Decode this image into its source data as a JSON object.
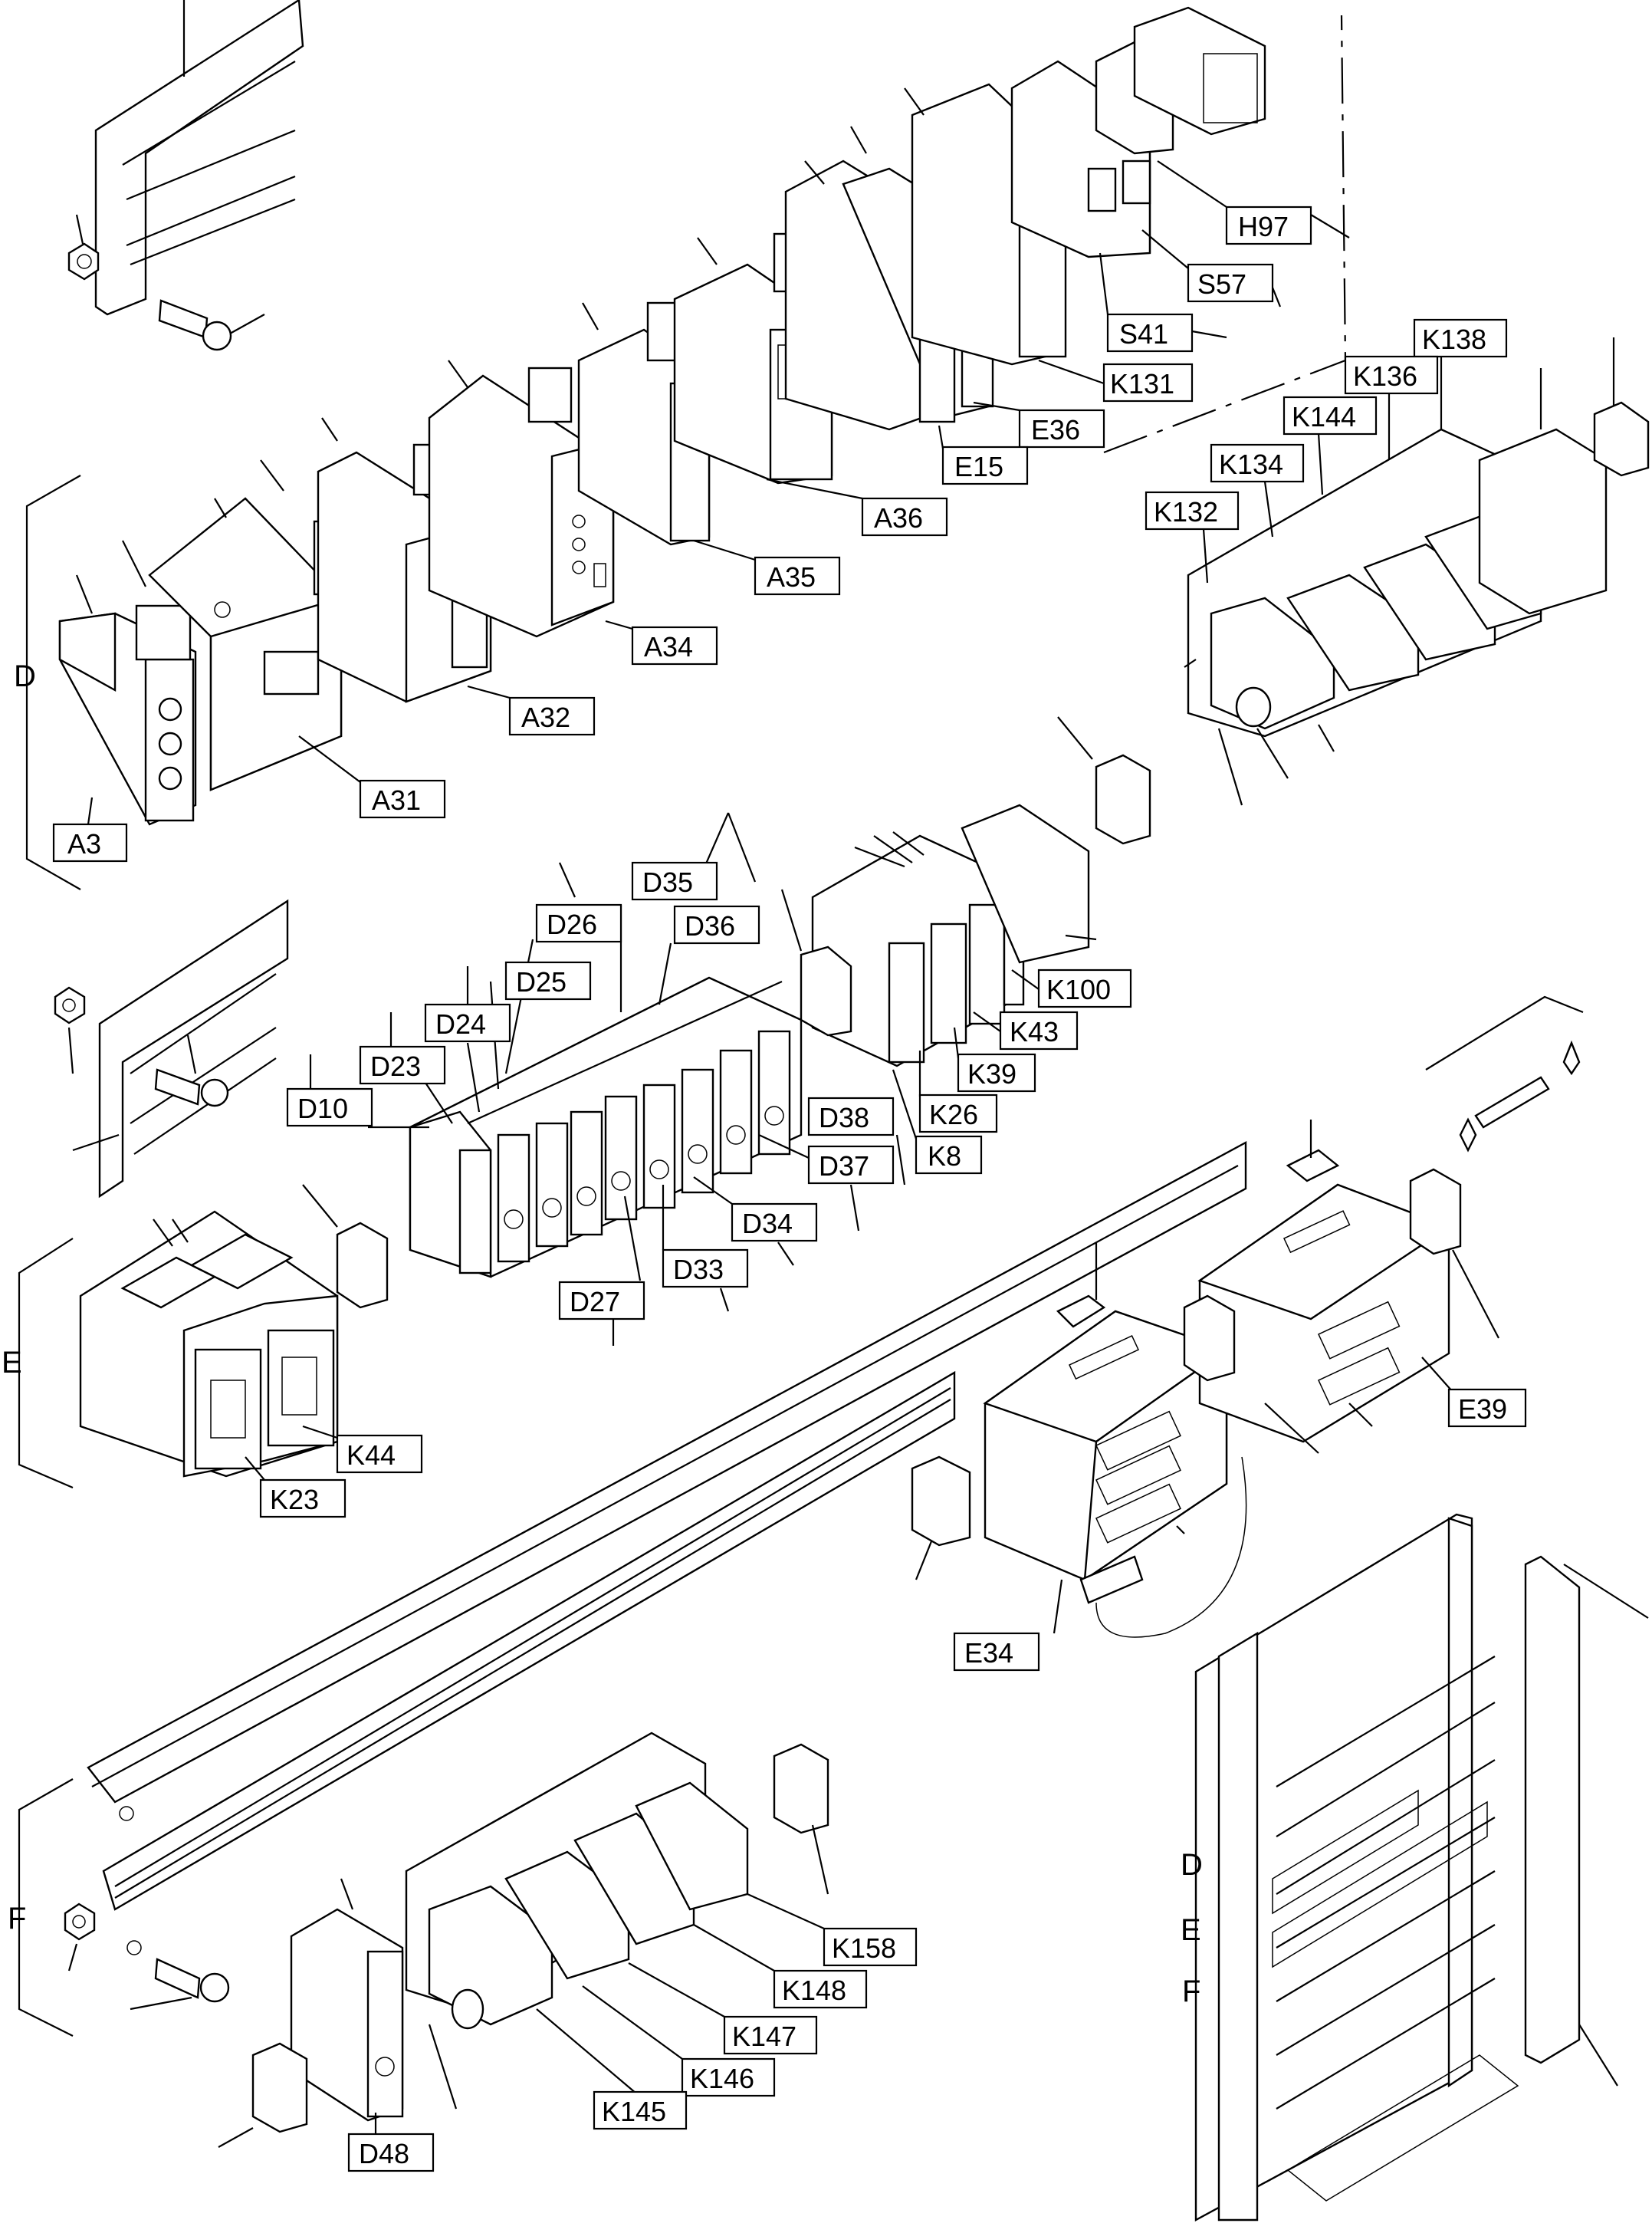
{
  "groups": {
    "D": "D",
    "E": "E",
    "F": "F"
  },
  "labels": {
    "H97": "H97",
    "S57": "S57",
    "S41": "S41",
    "K131": "K131",
    "E36": "E36",
    "E15": "E15",
    "A36": "A36",
    "A35": "A35",
    "A34": "A34",
    "A32": "A32",
    "A31": "A31",
    "A3": "A3",
    "K138": "K138",
    "K136": "K136",
    "K144": "K144",
    "K134": "K134",
    "K132": "K132",
    "D35": "D35",
    "D36": "D36",
    "D26": "D26",
    "D25": "D25",
    "D24": "D24",
    "D23": "D23",
    "D10": "D10",
    "K100": "K100",
    "K43": "K43",
    "K39": "K39",
    "K26": "K26",
    "K8": "K8",
    "D38": "D38",
    "D37": "D37",
    "D34": "D34",
    "D33": "D33",
    "D27": "D27",
    "K44": "K44",
    "K23": "K23",
    "E39": "E39",
    "E34": "E34",
    "K158": "K158",
    "K148": "K148",
    "K147": "K147",
    "K146": "K146",
    "K145": "K145",
    "D48": "D48"
  },
  "cabinet_rows": {
    "D": "D",
    "E": "E",
    "F": "F"
  }
}
